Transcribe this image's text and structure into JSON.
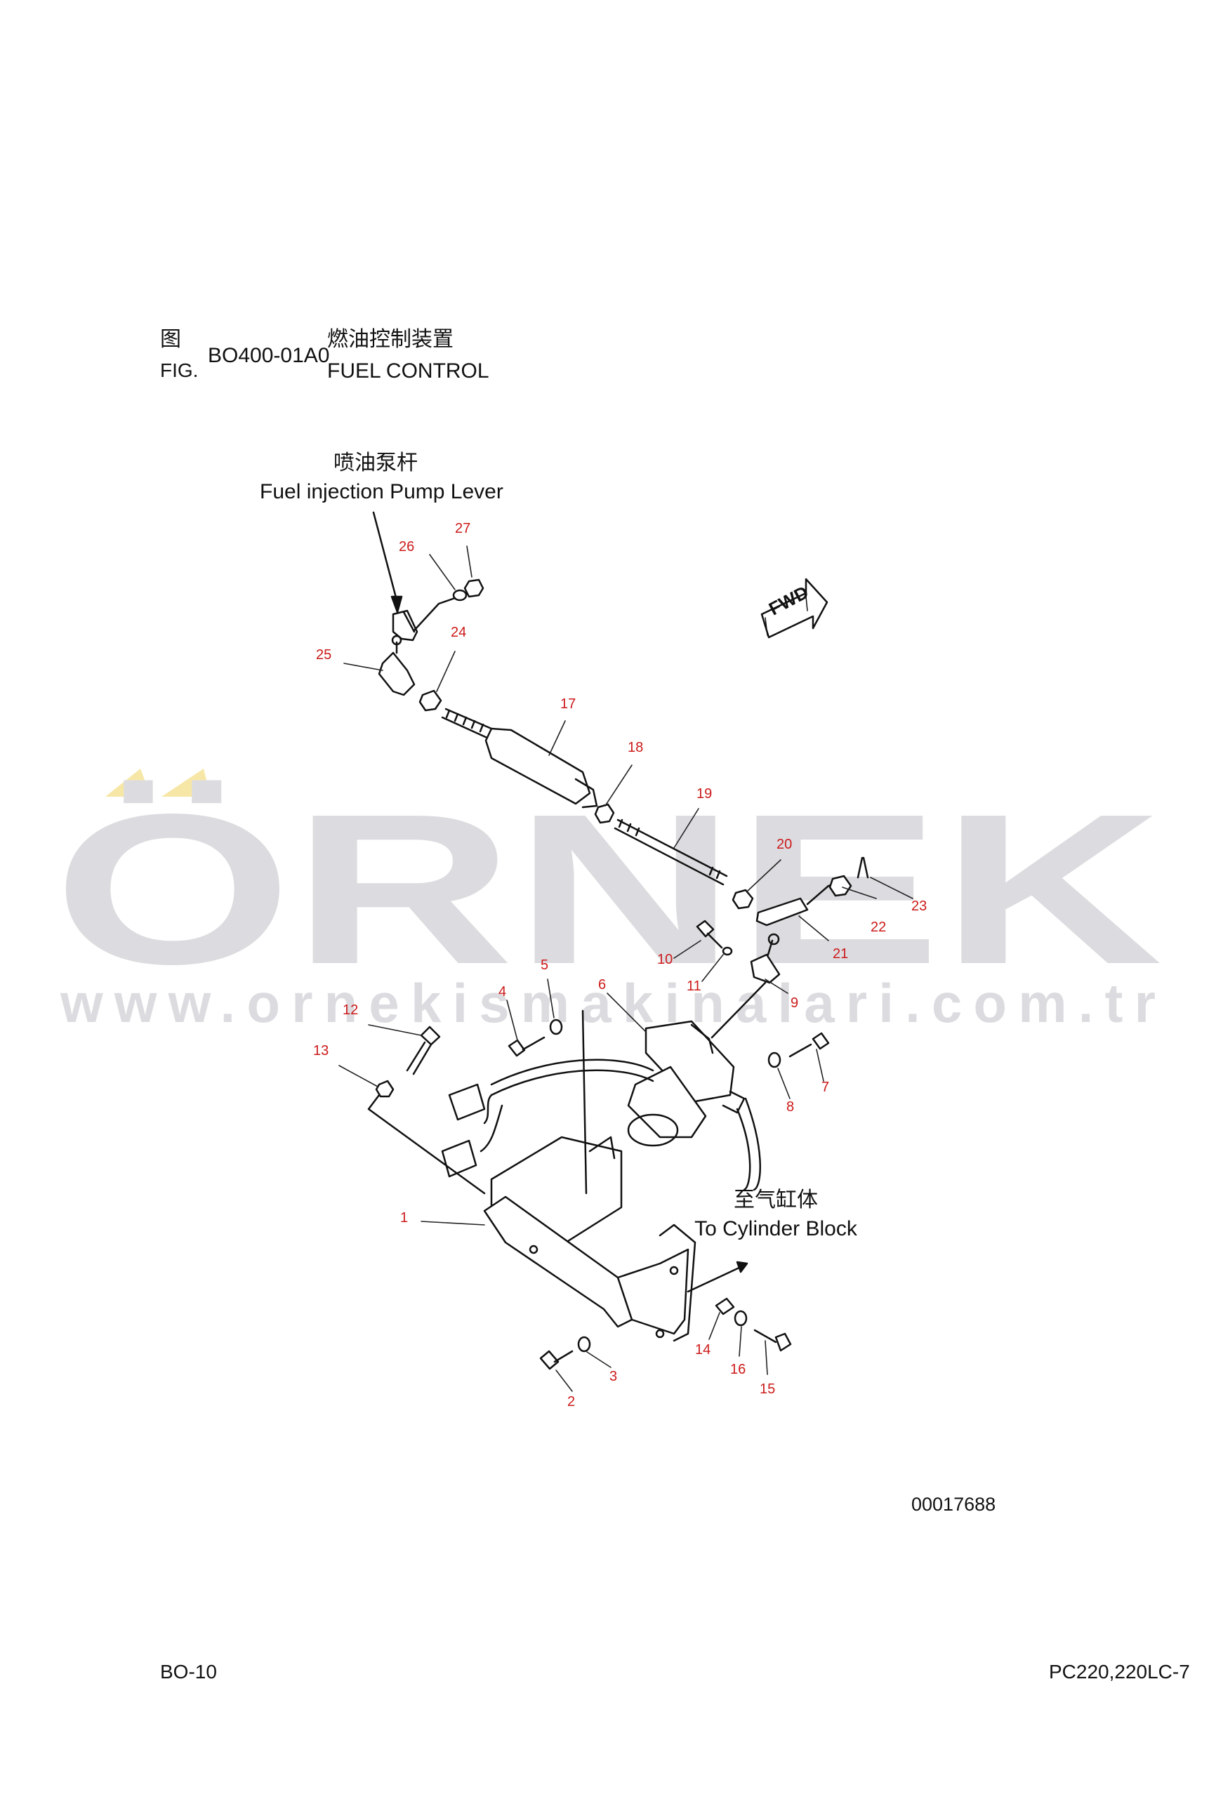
{
  "header": {
    "fig_cn": "图",
    "fig_en": "FIG.",
    "fig_number": "BO400-01A0",
    "title_cn": "燃油控制装置",
    "title_en": "FUEL CONTROL"
  },
  "annotations": {
    "pump_lever_cn": "喷油泵杆",
    "pump_lever_en": "Fuel injection Pump Lever",
    "cylinder_block_cn": "至气缸体",
    "cylinder_block_en": "To Cylinder Block",
    "fwd": "FWD"
  },
  "watermark": {
    "brand": "ÖRNEK",
    "url": "www.ornekismakinalari.com.tr",
    "colors": {
      "text": "#dcdce0",
      "accent": "#f7e7a6"
    }
  },
  "callouts": [
    {
      "n": "1"
    },
    {
      "n": "2"
    },
    {
      "n": "3"
    },
    {
      "n": "4"
    },
    {
      "n": "5"
    },
    {
      "n": "6"
    },
    {
      "n": "7"
    },
    {
      "n": "8"
    },
    {
      "n": "9"
    },
    {
      "n": "10"
    },
    {
      "n": "11"
    },
    {
      "n": "12"
    },
    {
      "n": "13"
    },
    {
      "n": "14"
    },
    {
      "n": "15"
    },
    {
      "n": "16"
    },
    {
      "n": "17"
    },
    {
      "n": "18"
    },
    {
      "n": "19"
    },
    {
      "n": "20"
    },
    {
      "n": "21"
    },
    {
      "n": "22"
    },
    {
      "n": "23"
    },
    {
      "n": "24"
    },
    {
      "n": "25"
    },
    {
      "n": "26"
    },
    {
      "n": "27"
    }
  ],
  "drawing_id": "00017688",
  "footer": {
    "page": "BO-10",
    "model": "PC220,220LC-7"
  },
  "colors": {
    "callout": "#cc1a1a",
    "line": "#111111"
  }
}
